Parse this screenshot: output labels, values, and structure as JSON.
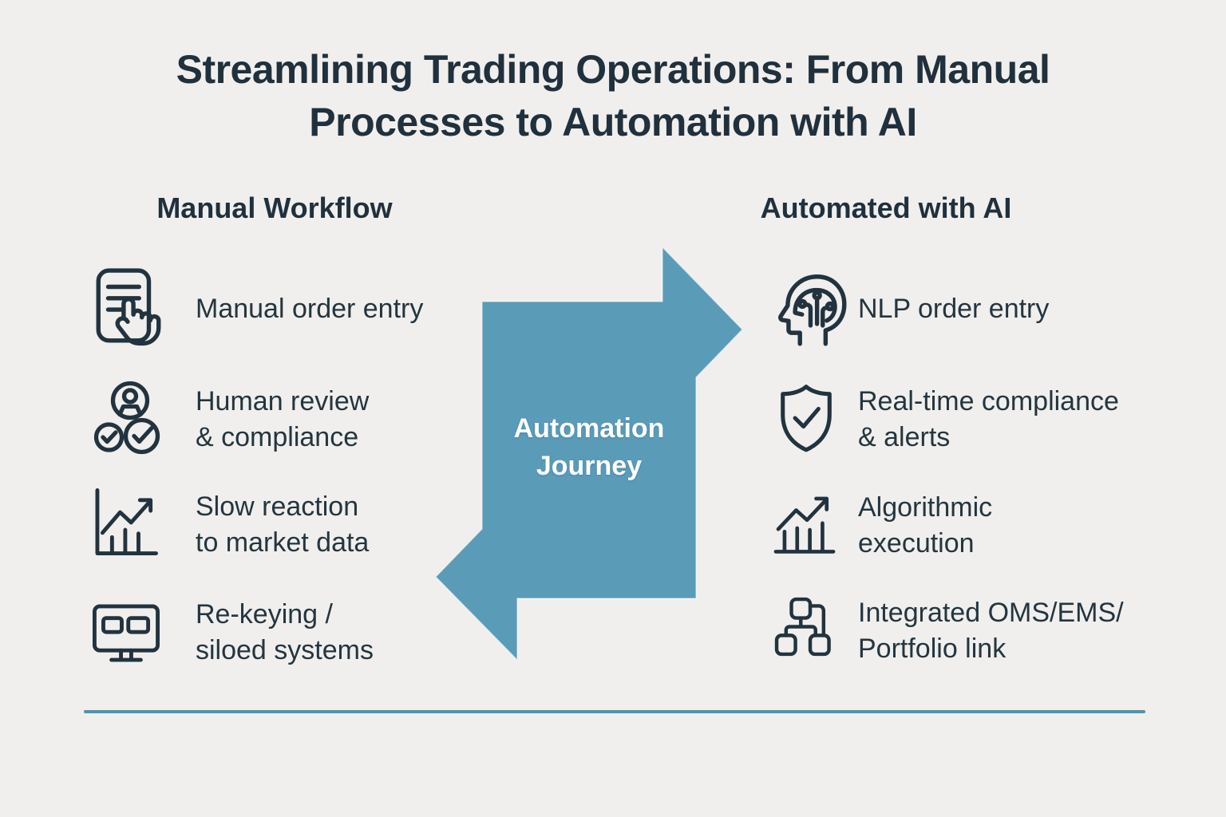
{
  "title": {
    "line1": "Streamlining Trading Operations: From Manual",
    "line2": "Processes to Automation with AI"
  },
  "manual": {
    "header": "Manual Workflow",
    "items": [
      {
        "icon": "document-click-icon",
        "line1": "Manual order entry",
        "line2": ""
      },
      {
        "icon": "reviewer-checks-icon",
        "line1": "Human review",
        "line2": "& compliance"
      },
      {
        "icon": "slow-market-chart-icon",
        "line1": "Slow reaction",
        "line2": "to market data"
      },
      {
        "icon": "siloed-monitor-icon",
        "line1": "Re-keying /",
        "line2": "siloed systems"
      }
    ]
  },
  "automated": {
    "header": "Automated with AI",
    "items": [
      {
        "icon": "nlp-head-icon",
        "line1": "NLP order entry",
        "line2": ""
      },
      {
        "icon": "shield-check-icon",
        "line1": "Real-time compliance",
        "line2": "& alerts"
      },
      {
        "icon": "algo-execution-chart-icon",
        "line1": "Algorithmic",
        "line2": "execution"
      },
      {
        "icon": "integrated-sitemap-icon",
        "line1": "Integrated OMS/EMS/",
        "line2": "Portfolio link"
      }
    ]
  },
  "center_arrow": {
    "line1": "Automation",
    "line2": "Journey"
  },
  "colors": {
    "background": "#f0efed",
    "ink": "#22333f",
    "arrow_fill": "#5a9bb8",
    "arrow_text": "#ffffff",
    "divider": "#4d95ae"
  }
}
